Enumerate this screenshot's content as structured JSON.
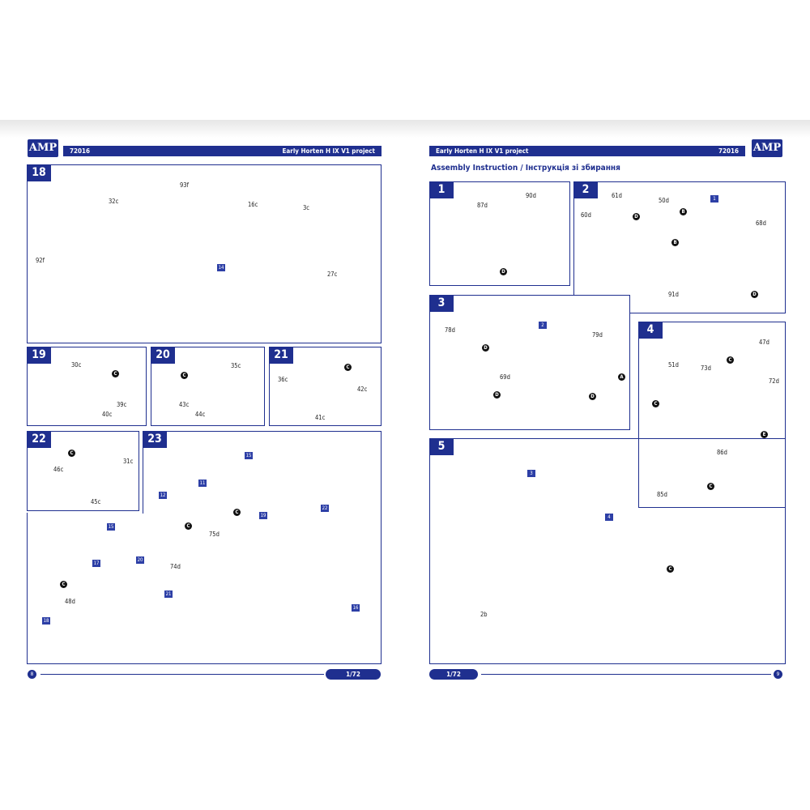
{
  "brand": "AMP",
  "kit_number": "72016",
  "kit_title": "Early Horten H IX V1 project",
  "subtitle": "Assembly Instruction / Інструкція зі збирання",
  "scale": "1/72",
  "page_left": "8",
  "page_right": "9",
  "steps": {
    "s18": {
      "num": "18",
      "parts": [
        "32c",
        "93f",
        "16c",
        "3c",
        "92f",
        "27c"
      ],
      "refs": [
        "14"
      ]
    },
    "s19": {
      "num": "19",
      "parts": [
        "30c",
        "39c",
        "40c"
      ],
      "dots": [
        "C"
      ]
    },
    "s20": {
      "num": "20",
      "parts": [
        "35c",
        "43c",
        "44c"
      ],
      "dots": [
        "C"
      ]
    },
    "s21": {
      "num": "21",
      "parts": [
        "36c",
        "42c",
        "41c"
      ],
      "dots": [
        "C"
      ]
    },
    "s22": {
      "num": "22",
      "parts": [
        "31c",
        "46c",
        "45c"
      ],
      "dots": [
        "C"
      ]
    },
    "s23": {
      "num": "23",
      "parts": [
        "74d",
        "75d",
        "48d"
      ],
      "refs": [
        "15",
        "12",
        "11",
        "15",
        "19",
        "22",
        "17",
        "20",
        "21",
        "18",
        "16"
      ],
      "dots": [
        "C",
        "C",
        "C"
      ]
    },
    "s1": {
      "num": "1",
      "parts": [
        "87d",
        "90d"
      ],
      "dots": [
        "D"
      ]
    },
    "s2": {
      "num": "2",
      "parts": [
        "61d",
        "50d",
        "60d",
        "68d",
        "91d"
      ],
      "refs": [
        "1"
      ],
      "dots": [
        "D",
        "B",
        "B",
        "D"
      ]
    },
    "s3": {
      "num": "3",
      "parts": [
        "78d",
        "79d",
        "69d"
      ],
      "refs": [
        "2"
      ],
      "dots": [
        "D",
        "D",
        "A",
        "D"
      ]
    },
    "s4": {
      "num": "4",
      "parts": [
        "47d",
        "51d",
        "73d",
        "72d",
        "86d",
        "85d"
      ],
      "dots": [
        "C",
        "C",
        "E",
        "C"
      ]
    },
    "s5": {
      "num": "5",
      "parts": [
        "2b"
      ],
      "refs": [
        "3",
        "4"
      ],
      "dots": [
        "C"
      ]
    }
  }
}
